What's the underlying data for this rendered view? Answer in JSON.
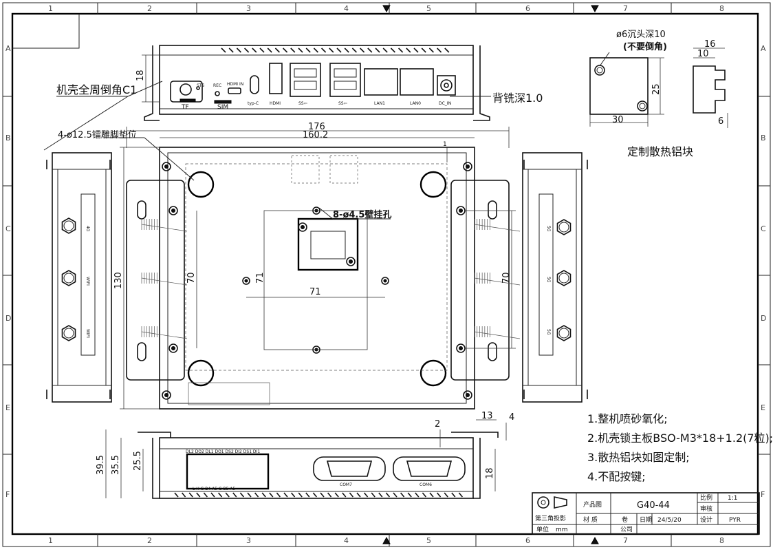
{
  "grid": {
    "cols": [
      "1",
      "2",
      "3",
      "4",
      "5",
      "6",
      "7",
      "8"
    ],
    "rows": [
      "A",
      "B",
      "C",
      "D",
      "E",
      "F"
    ]
  },
  "callouts": {
    "chamfer": "机壳全周倒角C1",
    "back_mill": "背铣深1.0",
    "foot_pads": "4-ø12.5镭雕脚垫位",
    "wall_holes": "8-ø4.5壁挂孔",
    "countersink": "ø6沉头深10",
    "no_chamfer": "(不要倒角)",
    "heatsink_title": "定制散热铝块"
  },
  "dims": {
    "front_h": "18",
    "w_outer": "176",
    "w_inner": "160.2",
    "gap": "1",
    "height_130": "130",
    "left_70": "70",
    "center_71v": "71",
    "center_71h": "71",
    "right_70": "70",
    "hs_16": "16",
    "hs_10": "10",
    "hs_25": "25",
    "hs_30": "30",
    "hs_6": "6",
    "side_13": "13",
    "side_4": "4",
    "side_2": "2",
    "side_39_5": "39.5",
    "side_35_5": "35.5",
    "side_25_5": "25.5",
    "side_18": "18"
  },
  "ports": {
    "tf": "TF",
    "sts": "STS",
    "rec": "REC",
    "sim": "SIM",
    "hdmi_in": "HDMI IN",
    "typec": "typ-C",
    "hdmi": "HDMI",
    "ss1": "SS⇦",
    "ss2": "SS⇦",
    "lan1": "LAN1",
    "lan0": "LAN0",
    "dcin": "DC_IN"
  },
  "antennas": {
    "left": [
      "4G",
      "WIFI",
      "WIFI"
    ],
    "right": [
      "5G",
      "5G",
      "5G"
    ]
  },
  "rear": {
    "leds_top": "DL2 DO2 DL1 DO1 DS2 DI2 DS1 DI1",
    "leds_bottom": "L H G B4 A5 G B5 A5",
    "com7": "COM7",
    "com6": "COM6"
  },
  "notes": [
    "1.整机喷砂氧化;",
    "2.机壳锁主板BSO-M3*18+1.2(7粒);",
    "3.散热铝块如图定制;",
    "4.不配按键;"
  ],
  "title_block": {
    "product_label": "产品图",
    "product_code": "G40-44",
    "scale_label": "比例",
    "scale_value": "1:1",
    "review_label": "审核",
    "projection": "第三角投影",
    "material_label": "材 质",
    "unit_label": "单位",
    "unit_value": "mm",
    "seal": "卷",
    "date_label": "日期",
    "date_value": "24/5/20",
    "design_label": "设计",
    "designer": "PYR",
    "company_label": "公司"
  }
}
